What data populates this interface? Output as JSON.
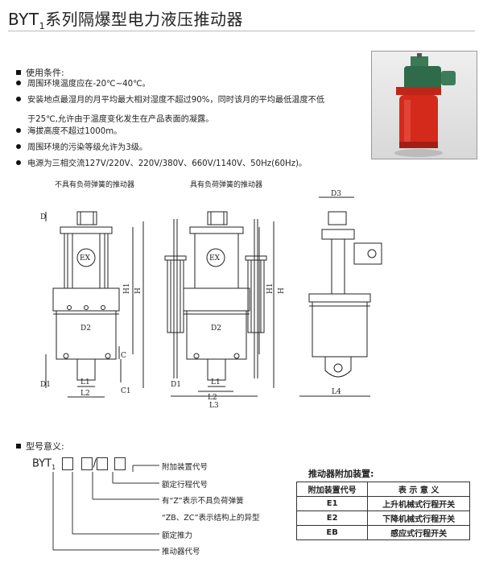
{
  "title": {
    "main": "BYT",
    "sub": "1",
    "rest": "系列隔爆型电力液压推动器"
  },
  "conditions": {
    "heading": "使用条件:",
    "items": [
      "周围环境温度应在-20℃~40℃。",
      "安装地点最湿月的月平均最大相对湿度不超过90%，同时该月的平均最低温度不低",
      "海拔高度不超过1000m。",
      "周围环境的污染等级允许为3级。",
      "电源为三相交流127V/220V、220V/380V、660V/1140V、50Hz(60Hz)。"
    ],
    "continuation": "于25℃,允许由于温度变化发生在产品表面的凝露。"
  },
  "drawings": {
    "left_caption": "不具有负荷弹簧的推动器",
    "middle_caption": "具有负荷弹簧的推动器",
    "labels": {
      "D": "D",
      "H1": "H1",
      "H": "H",
      "D2": "D2",
      "C": "C",
      "C1": "C1",
      "D1": "D1",
      "L1": "L1",
      "L2": "L2",
      "L3": "L3",
      "L4": "L4",
      "D3": "D3",
      "EX": "EX"
    }
  },
  "model": {
    "heading": "型号意义:",
    "code": "BYT",
    "code_sub": "1",
    "legend": [
      "附加装置代号",
      "额定行程代号",
      "有“Z”表示不具负荷弹簧",
      "“ZB、ZC”表示结构上的异型",
      "额定推力",
      "推动器代号"
    ]
  },
  "accessory": {
    "title": "推动器附加装置:",
    "headers": [
      "附加装置代号",
      "表 示 意 义"
    ],
    "rows": [
      [
        "E1",
        "上升机械式行程开关"
      ],
      [
        "E2",
        "下降机械式行程开关"
      ],
      [
        "EB",
        "感应式行程开关"
      ]
    ]
  },
  "colors": {
    "product_red": "#d42a1c",
    "motor_green": "#2f6b4a"
  }
}
